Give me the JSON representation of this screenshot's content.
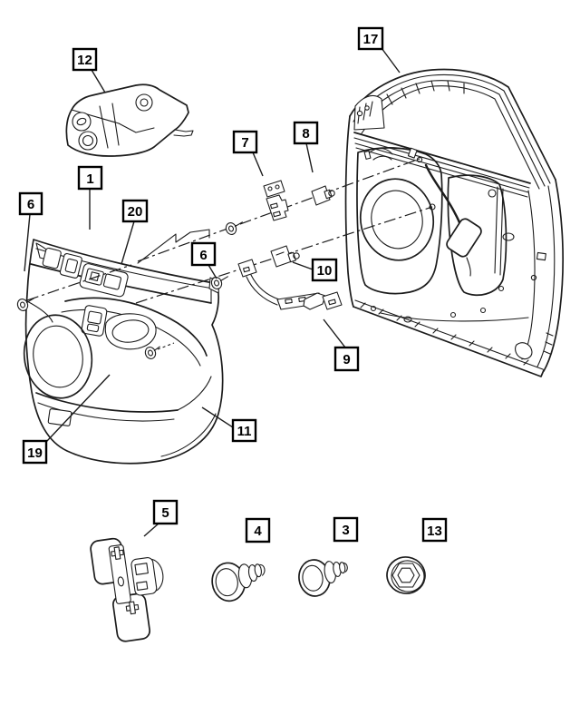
{
  "colors": {
    "background": "#ffffff",
    "line": "#1c1c1c",
    "callout_border": "#000000",
    "callout_fill": "#ffffff"
  },
  "callouts": [
    {
      "id": "12",
      "label": "12"
    },
    {
      "id": "17",
      "label": "17"
    },
    {
      "id": "1",
      "label": "1"
    },
    {
      "id": "6a",
      "label": "6"
    },
    {
      "id": "20",
      "label": "20"
    },
    {
      "id": "7",
      "label": "7"
    },
    {
      "id": "8",
      "label": "8"
    },
    {
      "id": "6b",
      "label": "6"
    },
    {
      "id": "10",
      "label": "10"
    },
    {
      "id": "9",
      "label": "9"
    },
    {
      "id": "11",
      "label": "11"
    },
    {
      "id": "19",
      "label": "19"
    },
    {
      "id": "5",
      "label": "5"
    },
    {
      "id": "4",
      "label": "4"
    },
    {
      "id": "3",
      "label": "3"
    },
    {
      "id": "13",
      "label": "13"
    }
  ]
}
